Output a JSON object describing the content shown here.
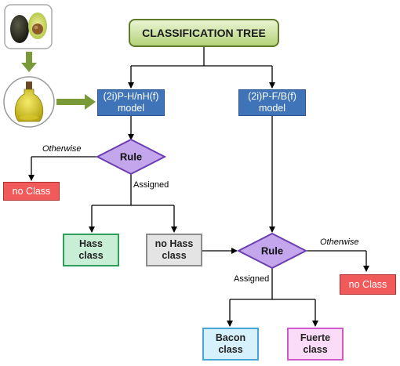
{
  "title": "CLASSIFICATION TREE",
  "models": {
    "left": {
      "line1": "(2i)P-H/nH(f)",
      "line2": "model"
    },
    "right": {
      "line1": "(2i)P-F/B(f)",
      "line2": "model"
    }
  },
  "rules": {
    "first": "Rule",
    "second": "Rule"
  },
  "edges": {
    "otherwise_left": "Otherwise",
    "assigned_left": "Assigned",
    "otherwise_right": "Otherwise",
    "assigned_right": "Assigned"
  },
  "outcomes": {
    "no_class_left": "no Class",
    "no_class_right": "no Class",
    "hass": {
      "line1": "Hass",
      "line2": "class"
    },
    "no_hass": {
      "line1": "no Hass",
      "line2": "class"
    },
    "bacon": {
      "line1": "Bacon",
      "line2": "class"
    },
    "fuerte": {
      "line1": "Fuerte",
      "line2": "class"
    }
  },
  "colors": {
    "model_fill": "#3f74b8",
    "rule_fill": "#c4a6ec",
    "no_class_fill": "#f15a5a",
    "hass_fill": "#c8eed5",
    "no_hass_fill": "#e4e4e4",
    "bacon_fill": "#d6f1fb",
    "fuerte_fill": "#fadcf8",
    "title_fill": "#b4d27a",
    "side_arrow": "#7a9a3a"
  },
  "icons": [
    "avocado-icon",
    "olive-oil-bottle-icon"
  ]
}
